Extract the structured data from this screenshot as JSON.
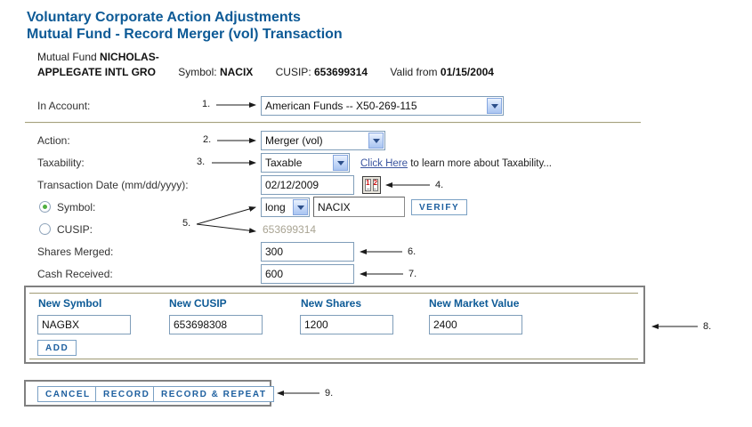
{
  "header": {
    "title_line1": "Voluntary Corporate Action Adjustments",
    "title_line2": "Mutual Fund - Record Merger (vol) Transaction"
  },
  "fund": {
    "label": "Mutual Fund",
    "name_line1": "NICHOLAS-",
    "name_line2": "APPLEGATE INTL GRO",
    "symbol_label": "Symbol:",
    "symbol": "NACIX",
    "cusip_label": "CUSIP:",
    "cusip": "653699314",
    "valid_label": "Valid from",
    "valid_value": "01/15/2004"
  },
  "form": {
    "in_account": {
      "label": "In Account:",
      "value": "American Funds -- X50-269-115"
    },
    "action": {
      "label": "Action:",
      "value": "Merger (vol)"
    },
    "taxability": {
      "label": "Taxability:",
      "value": "Taxable",
      "link_text": "Click Here",
      "suffix": " to learn more about Taxability..."
    },
    "date": {
      "label": "Transaction Date (mm/dd/yyyy):",
      "value": "02/12/2009"
    },
    "symbol_row": {
      "label": "Symbol:",
      "position": "long",
      "value": "NACIX",
      "verify": "VERIFY"
    },
    "cusip_row": {
      "label": "CUSIP:",
      "value": "653699314"
    },
    "shares": {
      "label": "Shares Merged:",
      "value": "300"
    },
    "cash": {
      "label": "Cash Received:",
      "value": "600"
    }
  },
  "new_security": {
    "columns": [
      {
        "header": "New Symbol",
        "value": "NAGBX"
      },
      {
        "header": "New CUSIP",
        "value": "653698308"
      },
      {
        "header": "New Shares",
        "value": "1200"
      },
      {
        "header": "New Market Value",
        "value": "2400"
      }
    ],
    "add": "ADD"
  },
  "footer": {
    "cancel": "CANCEL",
    "record": "RECORD",
    "record_repeat": "RECORD & REPEAT"
  },
  "icons": {
    "cal_left": "1",
    "cal_right": "2"
  },
  "ann": {
    "a1": "1.",
    "a2": "2.",
    "a3": "3.",
    "a4": "4.",
    "a5": "5.",
    "a6": "6.",
    "a7": "7.",
    "a8": "8.",
    "a9": "9."
  },
  "colors": {
    "title_blue": "#0d5a96",
    "button_blue": "#1d5f9f",
    "input_border_blue": "#7f9db9",
    "annotation_gray": "#808080",
    "divider_tan": "#a49f7e",
    "muted_value": "#a9a493",
    "radio_green": "#4faf3f",
    "calendar_red": "#cc1111"
  }
}
